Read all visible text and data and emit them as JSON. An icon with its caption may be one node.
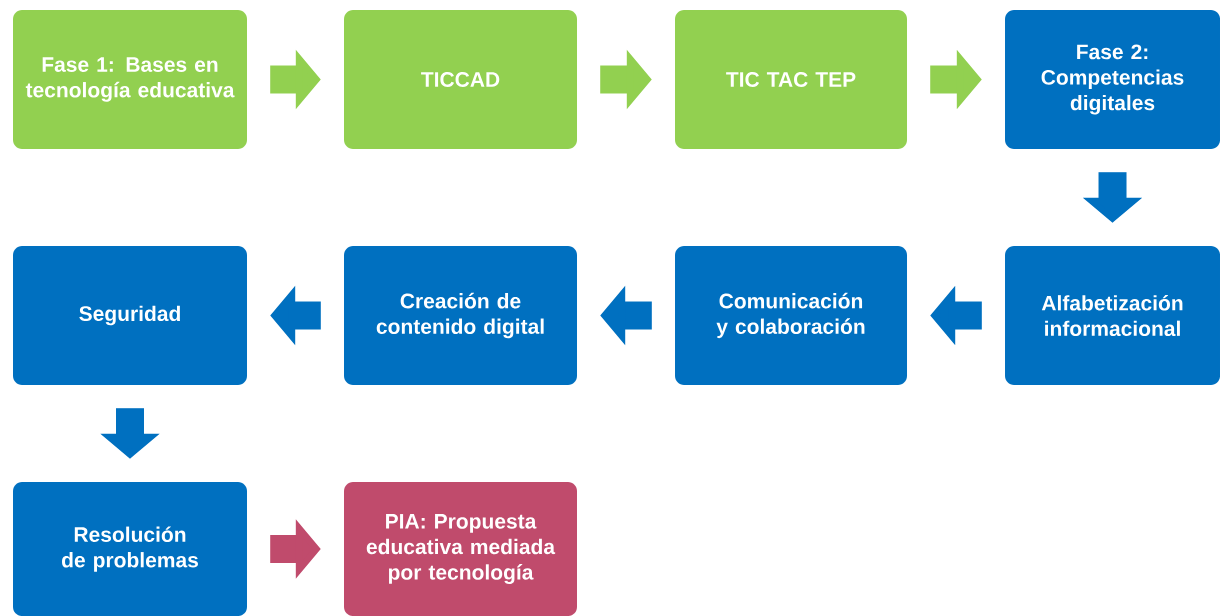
{
  "diagram": {
    "nodes": [
      {
        "text": [
          "Fase 1: Bases en tecnología educativa"
        ]
      },
      {
        "text": [
          "TICCAD"
        ]
      },
      {
        "text": [
          "TIC TAC TEP"
        ]
      },
      {
        "text": [
          "Fase 2: Competencias digitales"
        ]
      },
      {
        "text": [
          "Alfabetización informacional"
        ]
      },
      {
        "text": [
          "Comunicación y colaboración"
        ]
      },
      {
        "text": [
          "Creación de contenido digital"
        ]
      },
      {
        "text": [
          "Seguridad"
        ]
      },
      {
        "text": [
          "Resolución de problemas"
        ]
      },
      {
        "text": [
          "PIA: Propuesta educativa mediada por tecnología"
        ]
      }
    ],
    "edges": [
      {
        "from": 0,
        "to": 1,
        "arrow": "to",
        "color": "#92d050"
      },
      {
        "from": 1,
        "to": 2,
        "arrow": "to",
        "color": "#92d050"
      },
      {
        "from": 2,
        "to": 3,
        "arrow": "to",
        "color": "#92d050"
      },
      {
        "from": 3,
        "to": 4,
        "arrow": "to"
      },
      {
        "from": 4,
        "to": 5,
        "arrow": "to"
      },
      {
        "from": 5,
        "to": 6,
        "arrow": "to"
      },
      {
        "from": 6,
        "to": 7,
        "arrow": "to"
      },
      {
        "from": 7,
        "to": 8,
        "arrow": "to"
      },
      {
        "from": 8,
        "to": 9,
        "arrow": "to",
        "color": "#c04b6c"
      }
    ]
  }
}
